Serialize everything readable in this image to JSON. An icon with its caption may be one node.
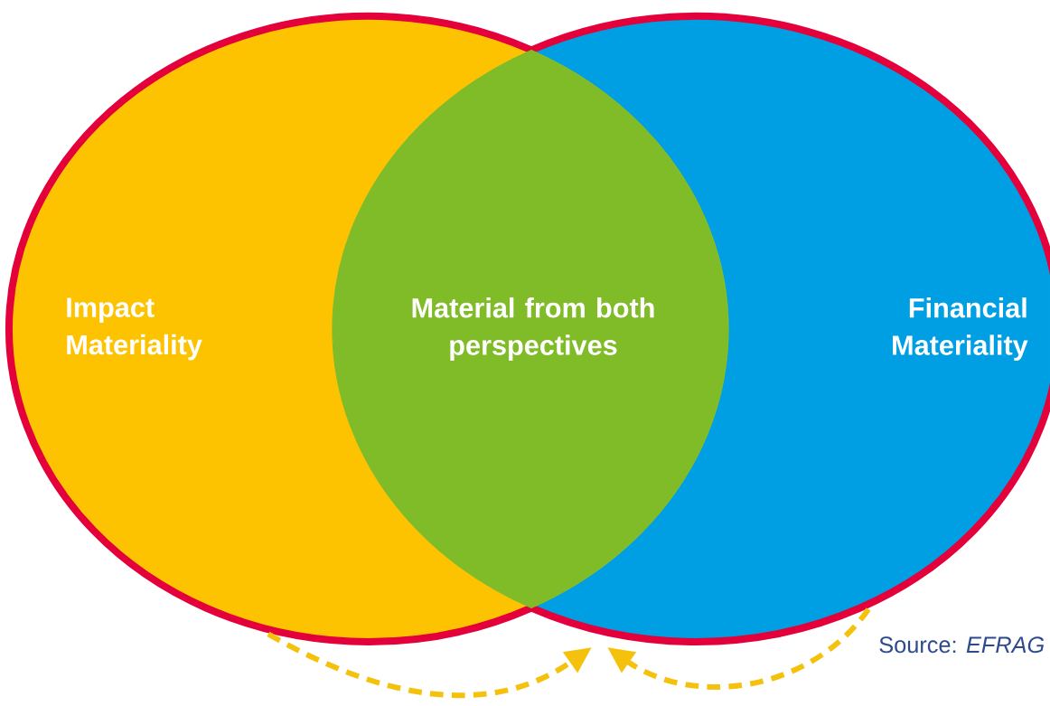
{
  "diagram": {
    "nodes": [
      {
        "text": [
          "Impact Materiality"
        ]
      },
      {
        "text": [
          "Financial Materiality"
        ]
      },
      {
        "text": [
          "Material from both perspectives"
        ]
      }
    ],
    "edges": [
      {
        "from": 0,
        "to": null,
        "arrow": "to",
        "style": "dashed",
        "color": "#f4c20d"
      },
      {
        "from": 1,
        "to": null,
        "arrow": "to",
        "style": "dashed",
        "color": "#f4c20d"
      }
    ],
    "labels": [
      "Source: *EFRAG*"
    ]
  }
}
